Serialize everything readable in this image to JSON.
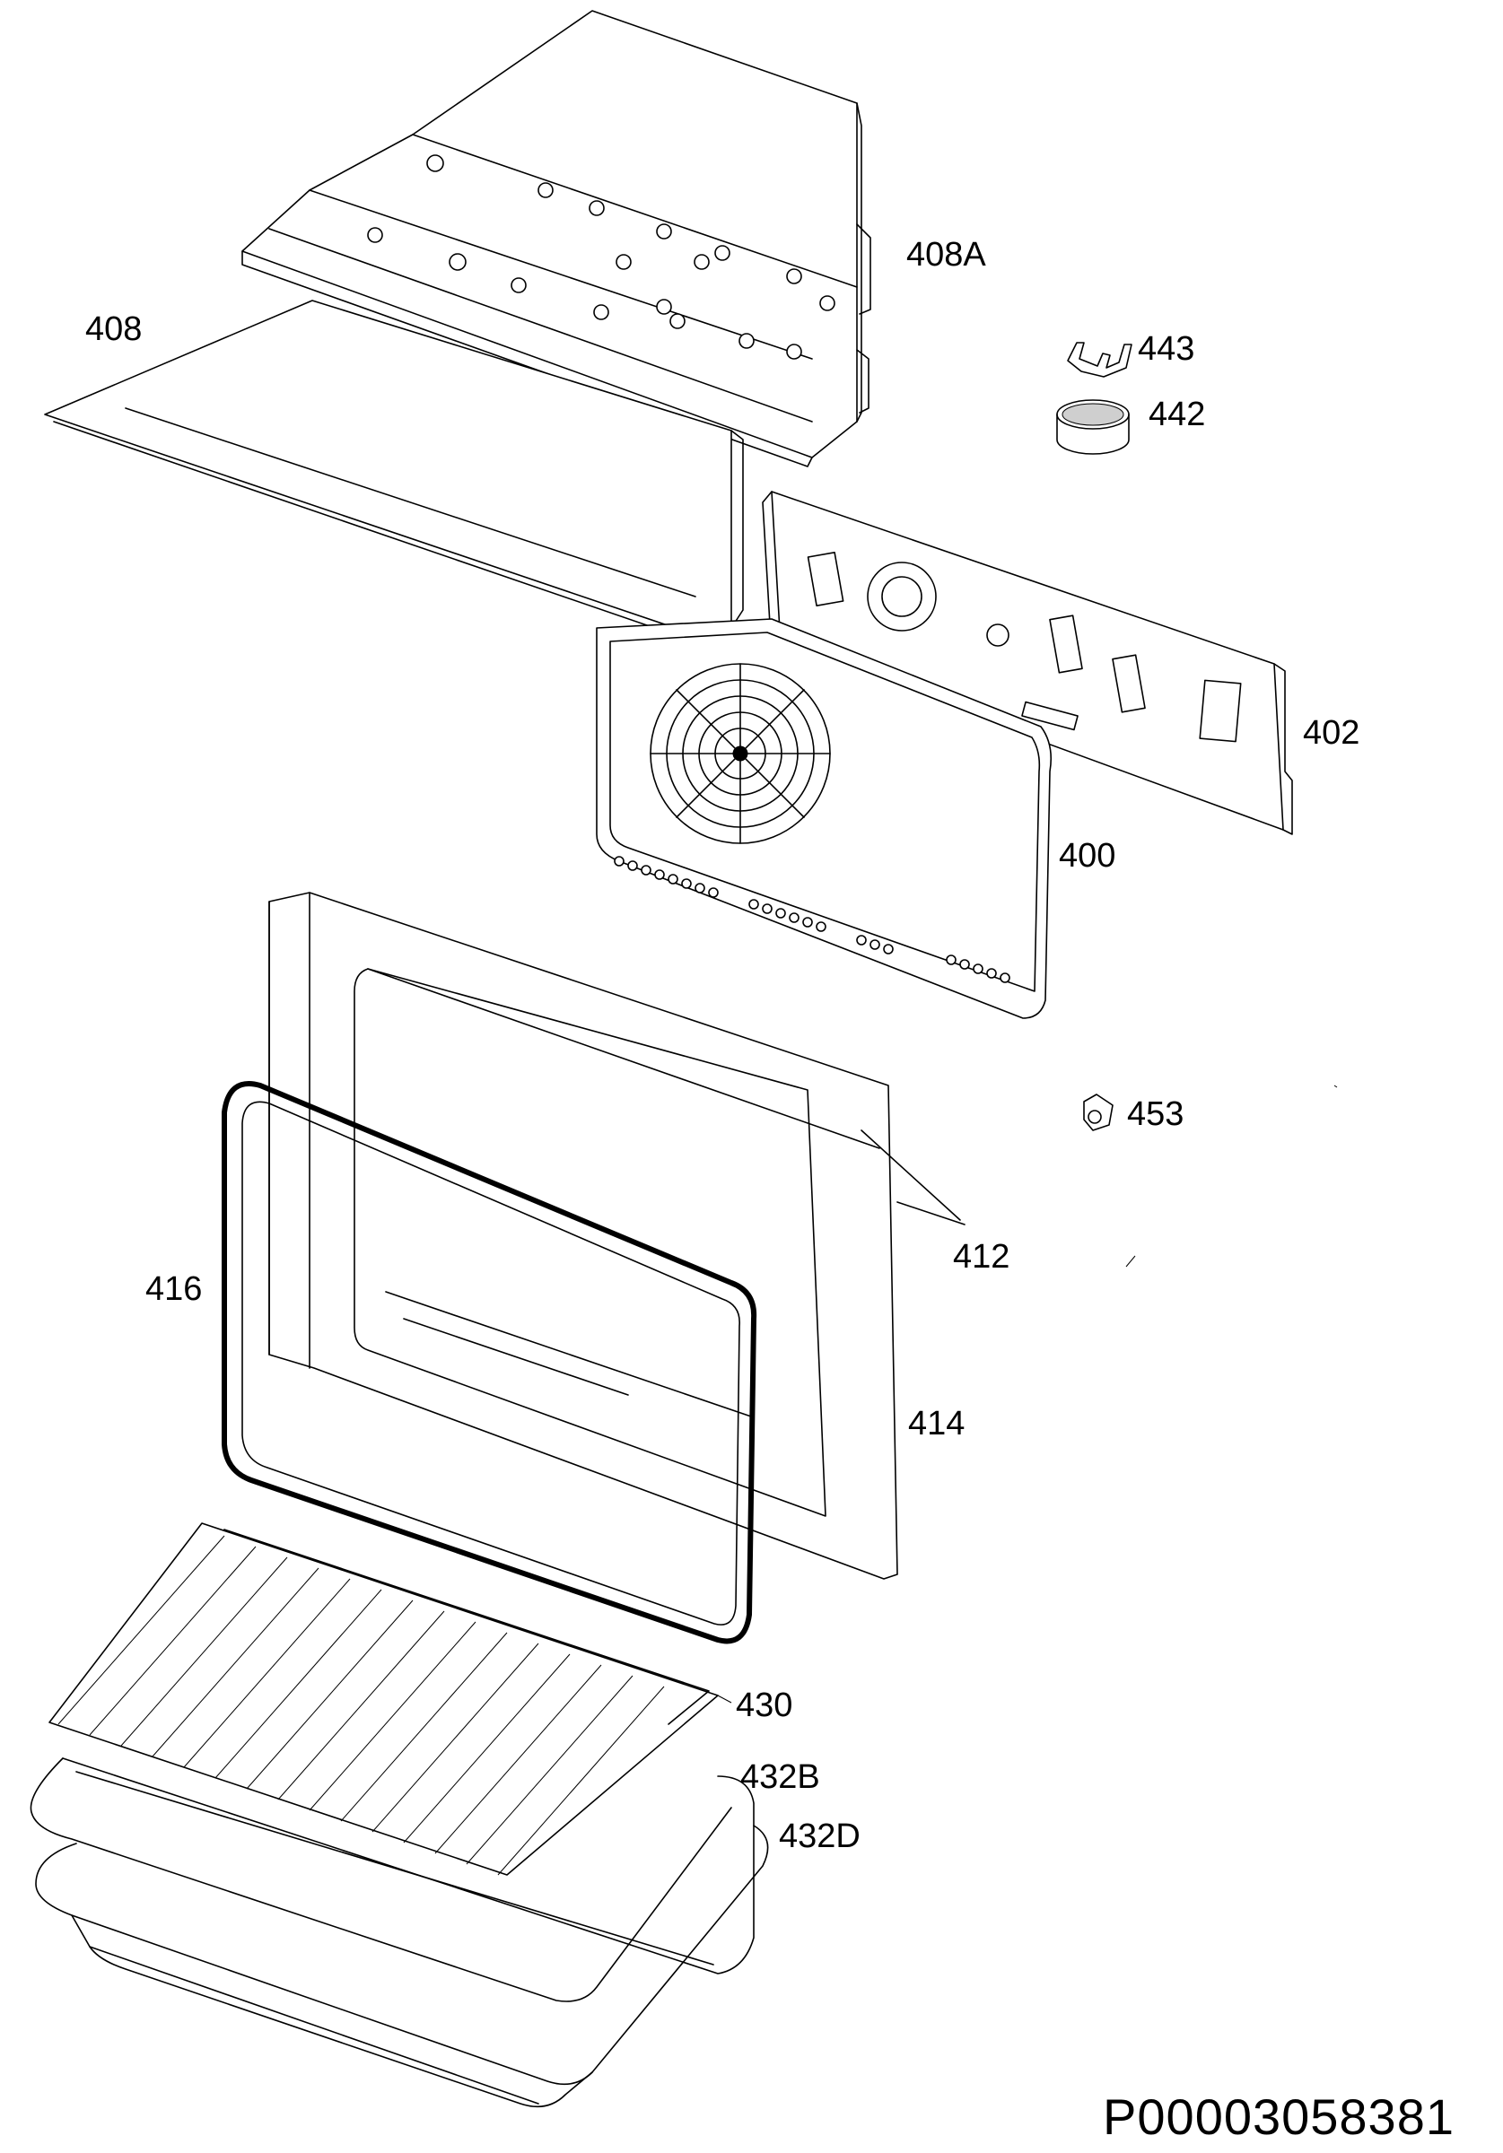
{
  "callouts": {
    "c408A": "408A",
    "c408": "408",
    "c443": "443",
    "c442": "442",
    "c402": "402",
    "c400": "400",
    "c453": "453",
    "c412": "412",
    "c416": "416",
    "c414": "414",
    "c430": "430",
    "c432B": "432B",
    "c432D": "432D"
  },
  "document_id": "P00003058381"
}
